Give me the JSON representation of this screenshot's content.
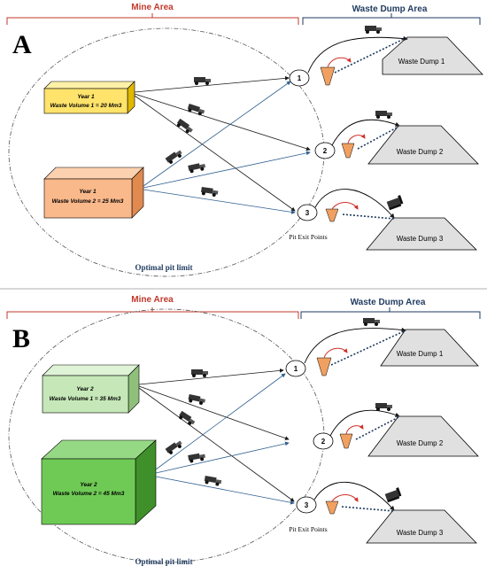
{
  "colors": {
    "mine_area": "#c0392b",
    "waste_dump_area": "#1f3a5f",
    "black_arrow": "#1a1a1a",
    "blue_arrow": "#2f5f8f",
    "pit_limit": "#1f3a5f",
    "dump_fill": "#e0e0e0",
    "hopper": "#f0a060"
  },
  "panels": [
    {
      "letter": "A",
      "mine_area_label": "Mine Area",
      "waste_dump_area_label": "Waste Dump Area",
      "pit_exit_label": "Pit Exit Points",
      "pit_limit_label": "Optimal pit limit",
      "blocks": [
        {
          "year": "Year 1",
          "volume": "Waste Volume 1 = 20 Mm3",
          "color": "#ffe36b",
          "side": "#e0b800"
        },
        {
          "year": "Year 1",
          "volume": "Waste Volume 2 = 25 Mm3",
          "color": "#f9b98b",
          "side": "#e08a50"
        }
      ],
      "exits": [
        "1",
        "2",
        "3"
      ],
      "dumps": [
        "Waste Dump 1",
        "Waste Dump 2",
        "Waste Dump 3"
      ],
      "icons": [
        "truck-icon",
        "conveyor-icon",
        "hopper-icon",
        "dozer-icon"
      ]
    },
    {
      "letter": "B",
      "mine_area_label": "Mine Area",
      "waste_dump_area_label": "Waste Dump Area",
      "pit_exit_label": "Pit Exit Points",
      "pit_limit_label": "Optimal pit limit",
      "blocks": [
        {
          "year": "Year 2",
          "volume": "Waste Volume 1 = 35 Mm3",
          "color": "#c6e8b8",
          "side": "#8fc07a"
        },
        {
          "year": "Year 2",
          "volume": "Waste Volume 2 = 45 Mm3",
          "color": "#6fca55",
          "side": "#3f8f2a"
        }
      ],
      "exits": [
        "1",
        "2",
        "3"
      ],
      "dumps": [
        "Waste Dump 1",
        "Waste Dump 2",
        "Waste Dump 3"
      ],
      "icons": [
        "truck-icon",
        "conveyor-icon",
        "hopper-icon",
        "dozer-icon"
      ]
    }
  ]
}
